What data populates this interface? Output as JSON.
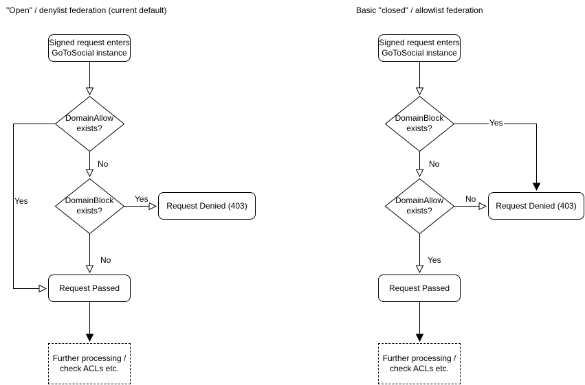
{
  "left_chart": {
    "title": "\"Open\" / denylist federation (current default)",
    "nodes": {
      "start": "Signed request enters\nGoToSocial instance",
      "decision1": "DomainAllow\nexists?",
      "decision2": "DomainBlock\nexists?",
      "denied": "Request Denied (403)",
      "passed": "Request Passed",
      "further": "Further processing /\ncheck ACLs etc."
    },
    "labels": {
      "decision1_no": "No",
      "decision1_yes": "Yes",
      "decision2_yes": "Yes",
      "decision2_no": "No"
    }
  },
  "right_chart": {
    "title": "Basic \"closed\" / allowlist federation",
    "nodes": {
      "start": "Signed request enters\nGoToSocial instance",
      "decision1": "DomainBlock\nexists?",
      "decision2": "DomainAllow\nexists?",
      "denied": "Request Denied (403)",
      "passed": "Request Passed",
      "further": "Further processing /\ncheck ACLs etc."
    },
    "labels": {
      "decision1_yes": "Yes",
      "decision1_no": "No",
      "decision2_no": "No",
      "decision2_yes": "Yes"
    }
  },
  "colors": {
    "stroke": "#000000",
    "background": "#ffffff"
  }
}
